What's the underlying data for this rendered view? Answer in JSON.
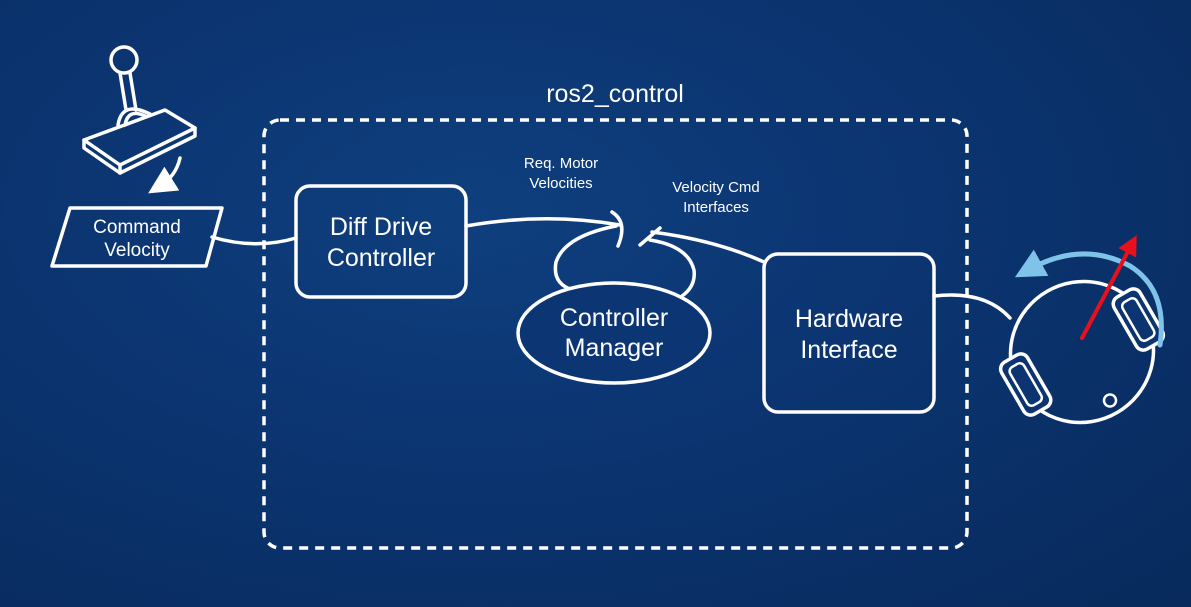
{
  "container": {
    "label": "ros2_control"
  },
  "command_velocity": {
    "line1": "Command",
    "line2": "Velocity"
  },
  "diff_drive_controller": {
    "line1": "Diff Drive",
    "line2": "Controller"
  },
  "controller_manager": {
    "line1": "Controller",
    "line2": "Manager"
  },
  "hardware_interface": {
    "line1": "Hardware",
    "line2": "Interface"
  },
  "annotations": {
    "req_motor_velocities": {
      "line1": "Req. Motor",
      "line2": "Velocities"
    },
    "velocity_cmd_interfaces": {
      "line1": "Velocity Cmd",
      "line2": "Interfaces"
    }
  },
  "icons": {
    "joystick": "joystick-icon",
    "robot": "diff-drive-robot-icon"
  },
  "colors": {
    "background": "#0b3470",
    "foreground": "#ffffff",
    "rotation_arrow": "#7fc4e8",
    "heading_arrow": "#e8101c"
  }
}
